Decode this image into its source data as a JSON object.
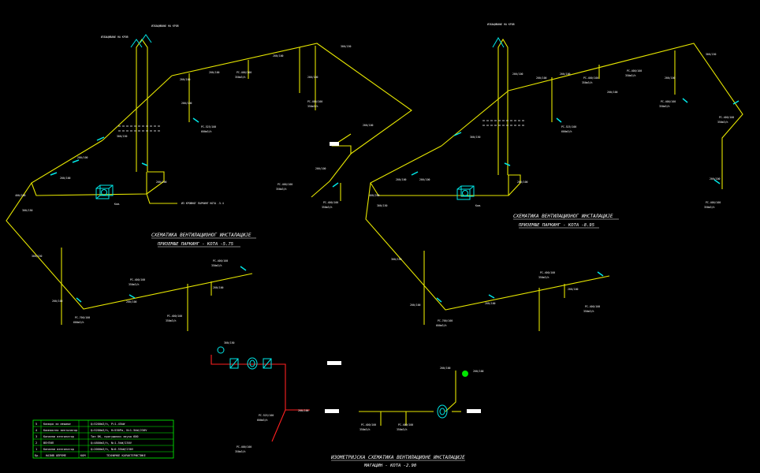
{
  "drawing_titles": {
    "left_title": "СХЕМАТИКА ВЕНТИЛАЦИОНОГ ИНСТАЛАЦИЈЕ",
    "left_sub": "ПРИЗЕМЉЕ ПАРКИНГ - КОТА -5.75",
    "right_title": "СХЕМАТИКА ВЕНТИЛАЦИОНОГ ИНСТАЛАЦИЈЕ",
    "right_sub": "ПРИЗЕМЉЕ ПАРКИНГ - КОТА -8.95",
    "bottom_title": "ИЗОМЕТРИЈСКА СХЕМАТИКА ВЕНТИЛАЦИОНЕ ИНСТАЛАЦИЈЕ",
    "bottom_sub": "МАГАЦИН - КОТА -2.90"
  },
  "notes": {
    "roof_left": "ИЗБАЦИВАЊЕ НА КРОВ",
    "roof_left2": "ИЗБАЦИВАЊЕ НА КРОВ",
    "roof_right": "ИЗБАЦИВАЊЕ НА КРОВ",
    "continue_note": "ИЗ КРОВНОГ ПАРКИНГ КОТА -5.4"
  },
  "legend": {
    "rows": [
      {
        "num": "5",
        "name": "Коморa за мешање",
        "spec": "Q=5200m3/h, P=1.45kW"
      },
      {
        "num": "4",
        "name": "Компактни вентилатор",
        "spec": "Q=5200m3/h, H=550Pa, N=1.5kW/230V"
      },
      {
        "num": "3",
        "name": "Канални вентилатор",
        "spec": "Тип ВК, пригушивач звука 600"
      },
      {
        "num": "2",
        "name": "ВЕНТИЛ",
        "spec": "Q=4800m3/h, N=1.5kW/230V"
      },
      {
        "num": "1",
        "name": "Канални вентилатор",
        "spec": "Q=2000m3/h, N=0.55kW/230V"
      }
    ],
    "header": {
      "num": "Бр.",
      "name": "НАЗИВ ОПРЕМЕ",
      "spec": "ТЕХНИЧКЕ КАРАКТЕРИСТИКЕ",
      "qty": "КОМ"
    }
  },
  "tags": {
    "grille_a": "РС-400/100",
    "grille_b": "PC-525/100",
    "grille_c": "PC-700/100",
    "flow_a": "350m3/h",
    "flow_b": "600m3/h",
    "duct_a": "200/100",
    "duct_b": "300/150",
    "duct_c": "400/200",
    "box_label": "Ком."
  },
  "colors": {
    "duct": "#e6e600",
    "equipment": "#00e6e6",
    "riser": "#ff2020",
    "dim": "#00ff66",
    "text": "#ffffff",
    "legend_border": "#00ff00",
    "background": "#000000"
  }
}
